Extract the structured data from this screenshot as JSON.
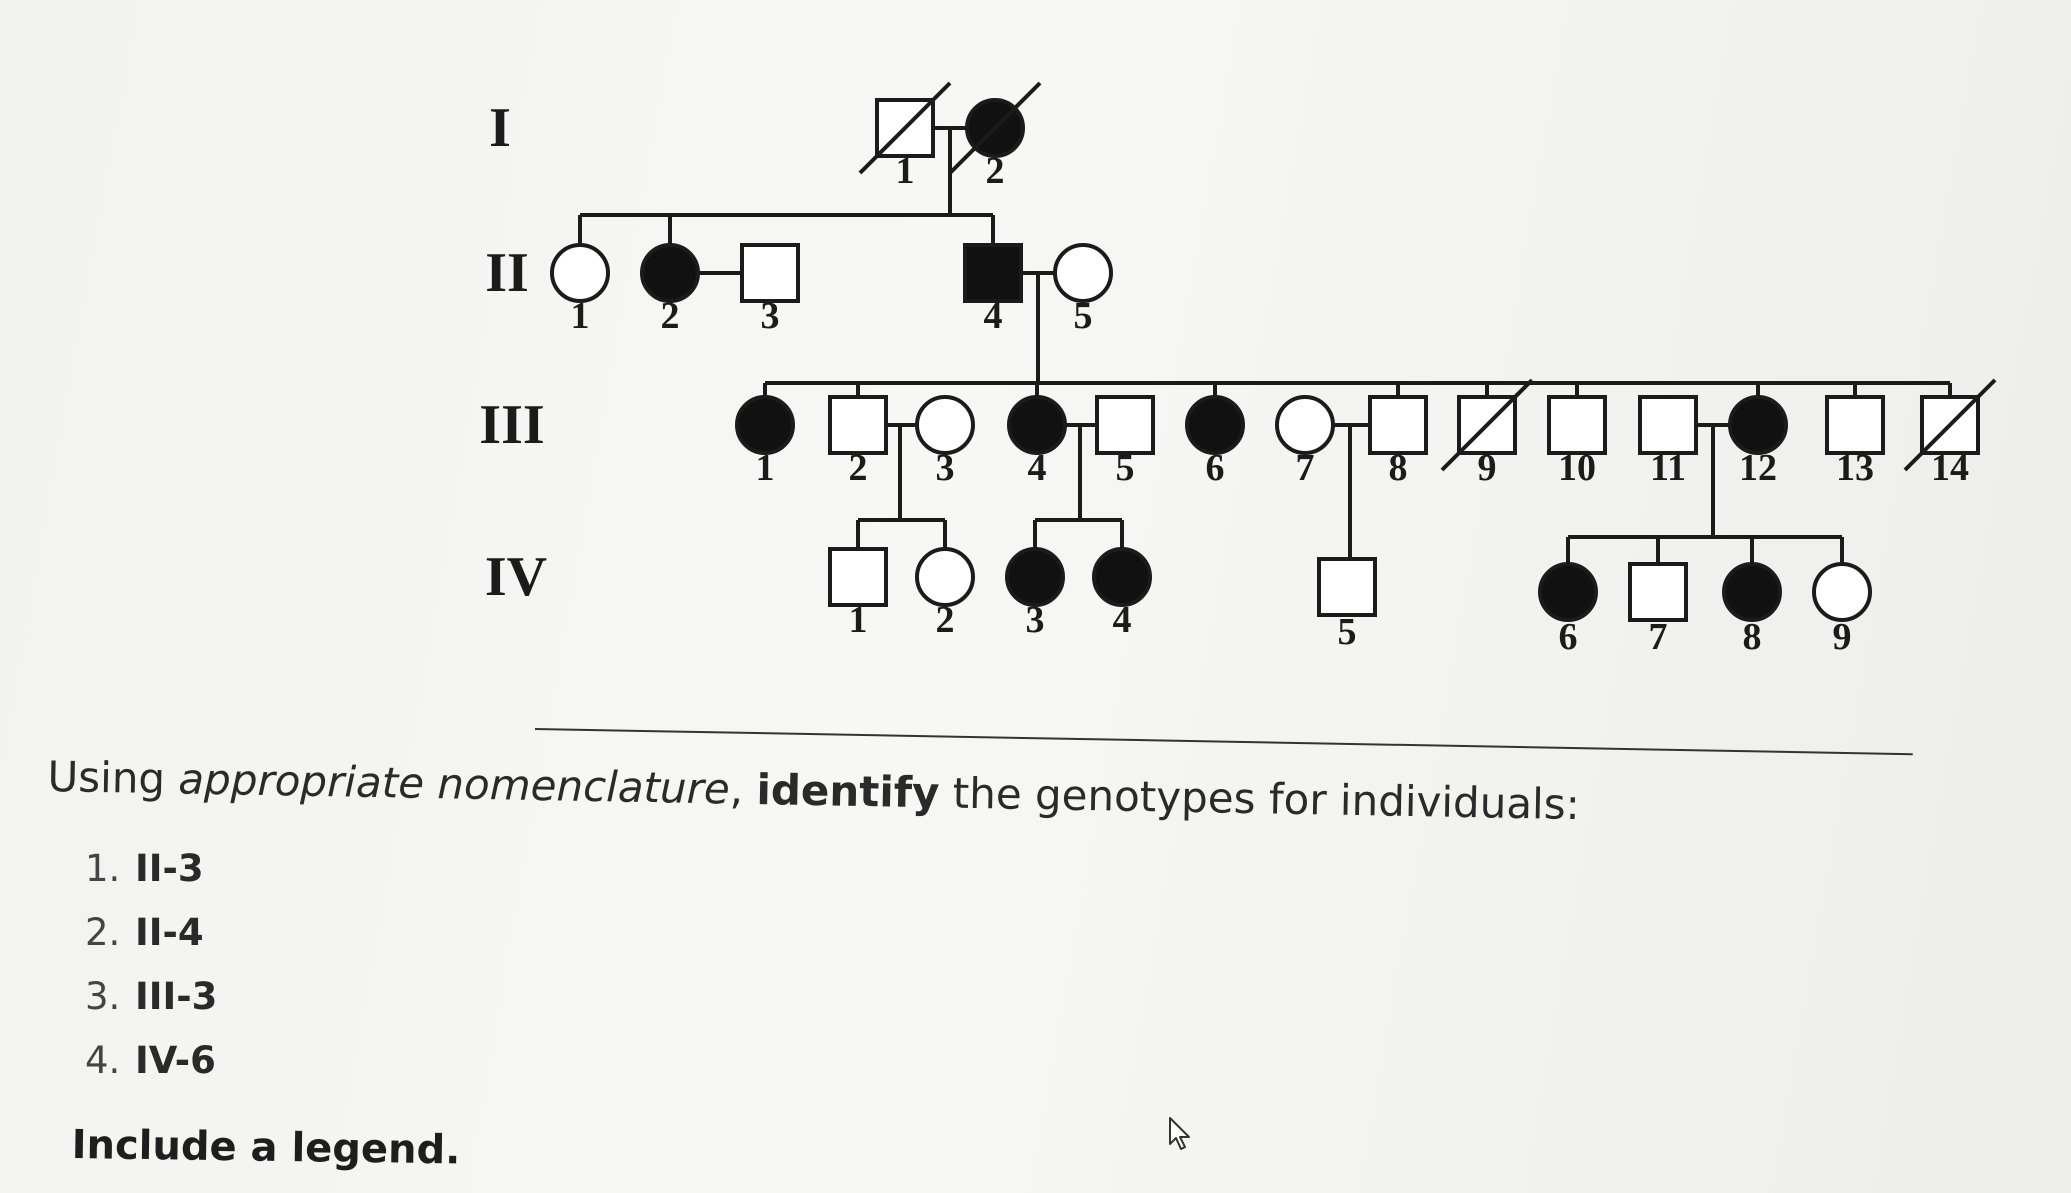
{
  "pedigree": {
    "generations": [
      "I",
      "II",
      "III",
      "IV"
    ],
    "individuals": [
      {
        "id": "I-1",
        "num": "1",
        "sex": "male",
        "affected": false,
        "deceased": true
      },
      {
        "id": "I-2",
        "num": "2",
        "sex": "female",
        "affected": true,
        "deceased": true
      },
      {
        "id": "II-1",
        "num": "1",
        "sex": "female",
        "affected": false,
        "deceased": false
      },
      {
        "id": "II-2",
        "num": "2",
        "sex": "female",
        "affected": true,
        "deceased": false
      },
      {
        "id": "II-3",
        "num": "3",
        "sex": "male",
        "affected": false,
        "deceased": false
      },
      {
        "id": "II-4",
        "num": "4",
        "sex": "male",
        "affected": true,
        "deceased": false
      },
      {
        "id": "II-5",
        "num": "5",
        "sex": "female",
        "affected": false,
        "deceased": false
      },
      {
        "id": "III-1",
        "num": "1",
        "sex": "female",
        "affected": true,
        "deceased": false
      },
      {
        "id": "III-2",
        "num": "2",
        "sex": "male",
        "affected": false,
        "deceased": false
      },
      {
        "id": "III-3",
        "num": "3",
        "sex": "female",
        "affected": false,
        "deceased": false
      },
      {
        "id": "III-4",
        "num": "4",
        "sex": "female",
        "affected": true,
        "deceased": false
      },
      {
        "id": "III-5",
        "num": "5",
        "sex": "male",
        "affected": false,
        "deceased": false
      },
      {
        "id": "III-6",
        "num": "6",
        "sex": "female",
        "affected": true,
        "deceased": false
      },
      {
        "id": "III-7",
        "num": "7",
        "sex": "female",
        "affected": false,
        "deceased": false
      },
      {
        "id": "III-8",
        "num": "8",
        "sex": "male",
        "affected": false,
        "deceased": false
      },
      {
        "id": "III-9",
        "num": "9",
        "sex": "male",
        "affected": false,
        "deceased": true
      },
      {
        "id": "III-10",
        "num": "10",
        "sex": "male",
        "affected": false,
        "deceased": false
      },
      {
        "id": "III-11",
        "num": "11",
        "sex": "male",
        "affected": false,
        "deceased": false
      },
      {
        "id": "III-12",
        "num": "12",
        "sex": "female",
        "affected": true,
        "deceased": false
      },
      {
        "id": "III-13",
        "num": "13",
        "sex": "male",
        "affected": false,
        "deceased": false
      },
      {
        "id": "III-14",
        "num": "14",
        "sex": "male",
        "affected": false,
        "deceased": true
      },
      {
        "id": "IV-1",
        "num": "1",
        "sex": "male",
        "affected": false,
        "deceased": false
      },
      {
        "id": "IV-2",
        "num": "2",
        "sex": "female",
        "affected": false,
        "deceased": false
      },
      {
        "id": "IV-3",
        "num": "3",
        "sex": "female",
        "affected": true,
        "deceased": false
      },
      {
        "id": "IV-4",
        "num": "4",
        "sex": "female",
        "affected": true,
        "deceased": false
      },
      {
        "id": "IV-5",
        "num": "5",
        "sex": "male",
        "affected": false,
        "deceased": false
      },
      {
        "id": "IV-6",
        "num": "6",
        "sex": "female",
        "affected": true,
        "deceased": false
      },
      {
        "id": "IV-7",
        "num": "7",
        "sex": "male",
        "affected": false,
        "deceased": false
      },
      {
        "id": "IV-8",
        "num": "8",
        "sex": "female",
        "affected": true,
        "deceased": false
      },
      {
        "id": "IV-9",
        "num": "9",
        "sex": "female",
        "affected": false,
        "deceased": false
      }
    ]
  },
  "question": {
    "prefix": "Using ",
    "italic": "appropriate nomenclature",
    "comma": ", ",
    "bold": "identify",
    "suffix": " the genotypes for individuals:"
  },
  "items": [
    {
      "num": "1.",
      "value": "II-3"
    },
    {
      "num": "2.",
      "value": "II-4"
    },
    {
      "num": "3.",
      "value": "III-3"
    },
    {
      "num": "4.",
      "value": "IV-6"
    }
  ],
  "legend_note": "Include a legend.",
  "icons": {
    "cursor": "mouse-pointer-icon"
  }
}
